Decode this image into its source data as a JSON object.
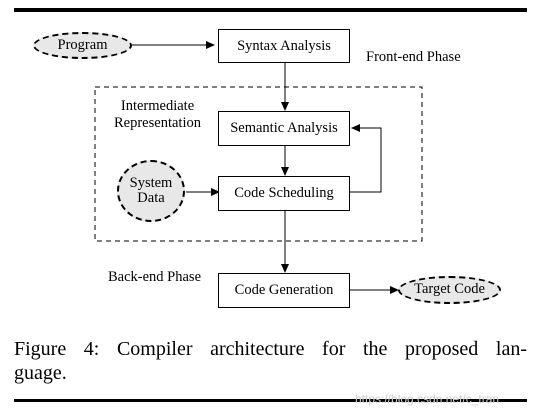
{
  "diagram": {
    "nodes": {
      "program": "Program",
      "syntax_analysis": "Syntax Analysis",
      "semantic_analysis": "Semantic Analysis",
      "system_data": [
        "System",
        "Data"
      ],
      "code_scheduling": "Code Scheduling",
      "code_generation": "Code Generation",
      "target_code": "Target Code"
    },
    "labels": {
      "front_end": "Front-end Phase",
      "intermediate": [
        "Intermediate",
        "Representation"
      ],
      "back_end": "Back-end Phase"
    },
    "edges": [
      [
        "Program",
        "Syntax Analysis"
      ],
      [
        "Syntax Analysis",
        "Semantic Analysis"
      ],
      [
        "Semantic Analysis",
        "Code Scheduling"
      ],
      [
        "System Data",
        "Code Scheduling"
      ],
      [
        "Code Scheduling",
        "Semantic Analysis"
      ],
      [
        "Code Scheduling",
        "Code Generation"
      ],
      [
        "Code Generation",
        "Target Code"
      ]
    ]
  },
  "caption": {
    "line1": "Figure 4: Compiler architecture for the proposed lan-",
    "line2": "guage."
  },
  "watermark": "https://blog.csdn.net/c_tran"
}
